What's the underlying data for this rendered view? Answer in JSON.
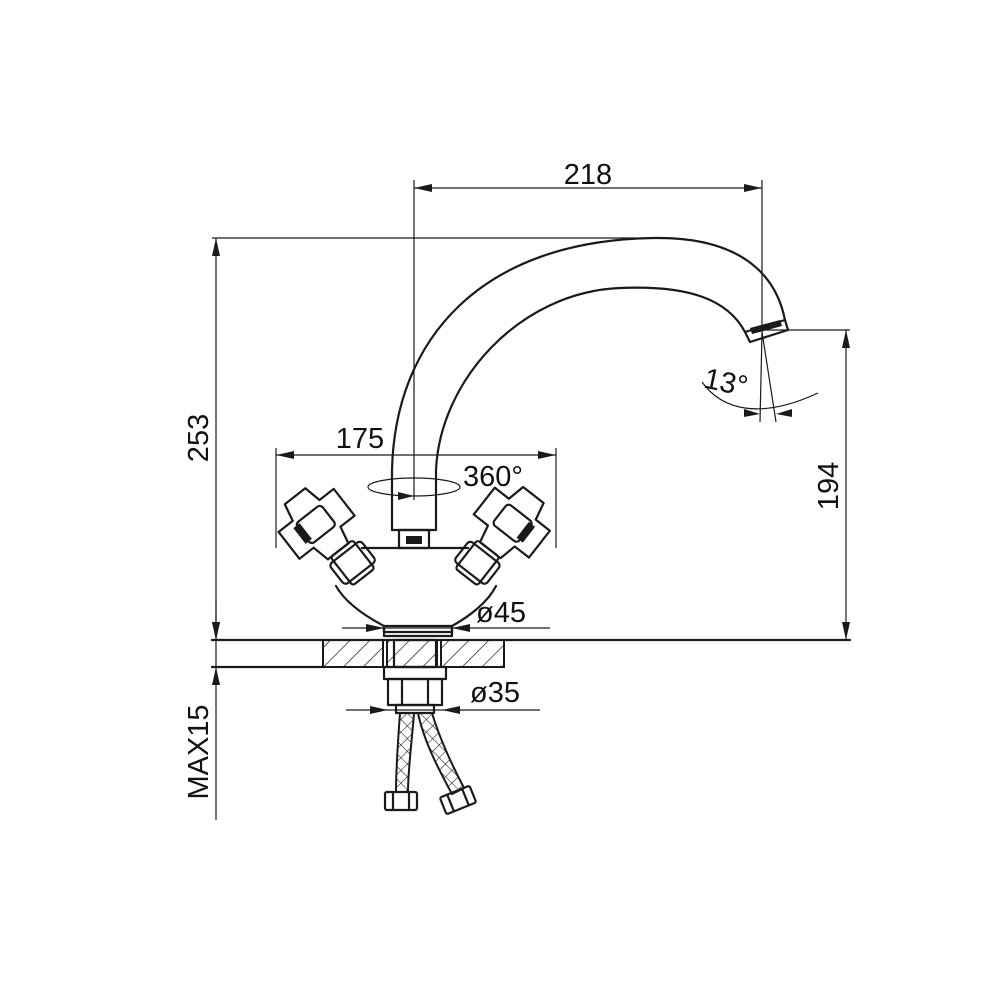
{
  "dimensions": {
    "spout_reach": "218",
    "total_height": "253",
    "handle_span": "175",
    "rotation": "360°",
    "spout_angle": "13°",
    "outlet_height": "194",
    "base_diameter": "ø45",
    "shank_diameter": "ø35",
    "max_counter_thickness": "MAX15"
  },
  "colors": {
    "line": "#1a1a1a",
    "background": "#ffffff"
  }
}
